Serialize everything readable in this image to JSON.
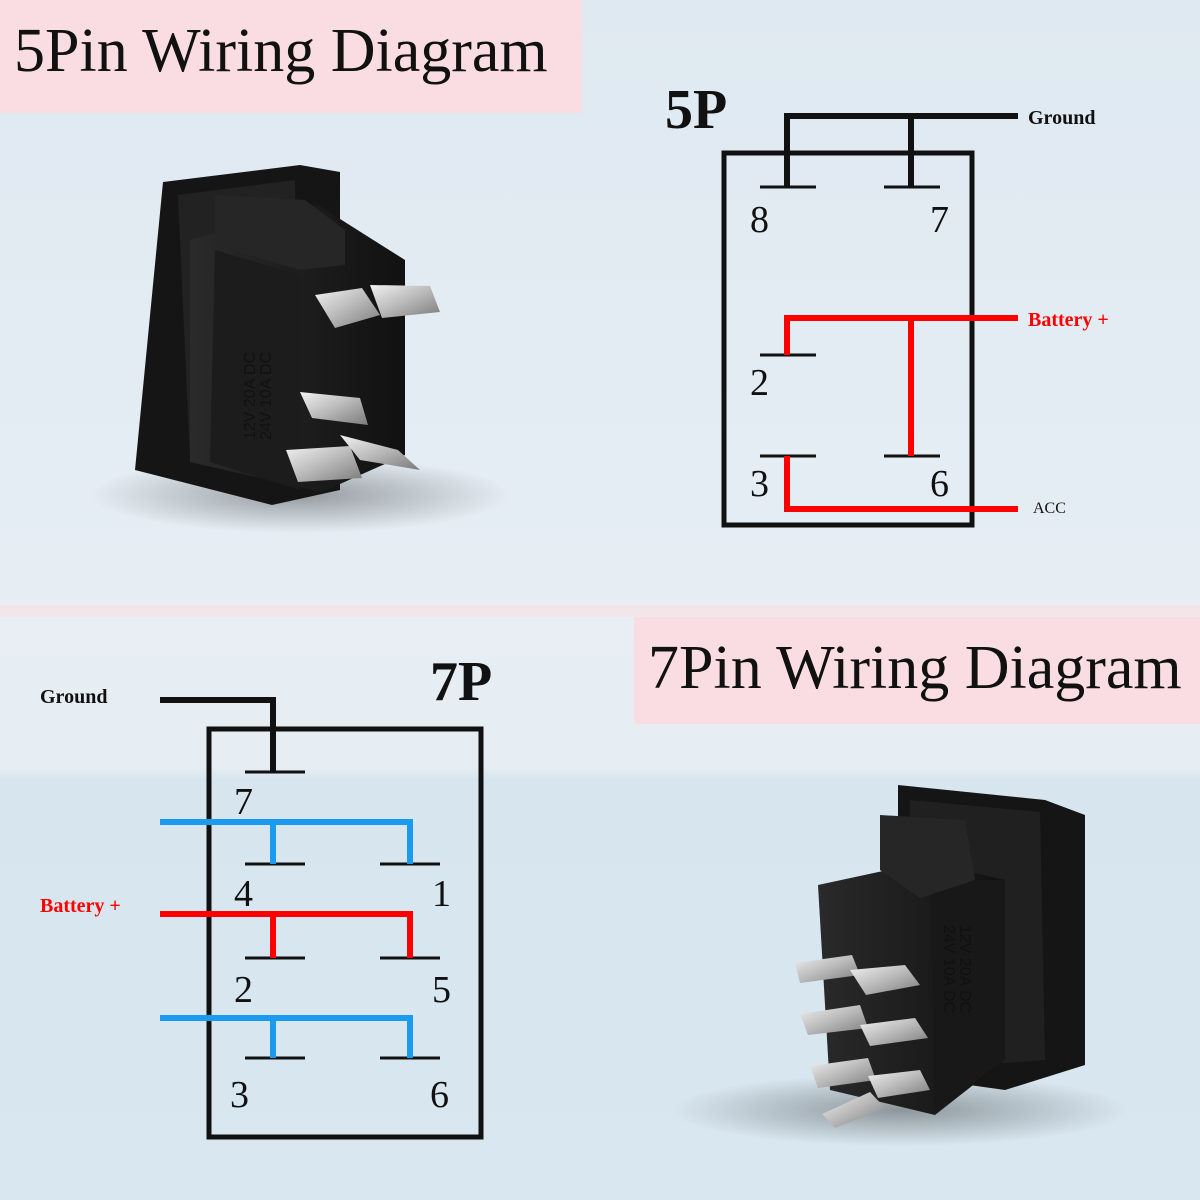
{
  "top": {
    "title": "5Pin Wiring Diagram",
    "code": "5P",
    "pins": {
      "p8": "8",
      "p7": "7",
      "p2": "2",
      "p3": "3",
      "p6": "6"
    },
    "labels": {
      "ground": "Ground",
      "battery": "Battery +",
      "acc": "ACC"
    }
  },
  "bottom": {
    "title": "7Pin Wiring Diagram",
    "code": "7P",
    "pins": {
      "p7": "7",
      "p4": "4",
      "p1": "1",
      "p2": "2",
      "p5": "5",
      "p3": "3",
      "p6": "6"
    },
    "labels": {
      "ground": "Ground",
      "battery": "Battery +"
    }
  },
  "colors": {
    "ground": "#111111",
    "battery": "#ff0000",
    "aux": "#1a9bf0"
  }
}
